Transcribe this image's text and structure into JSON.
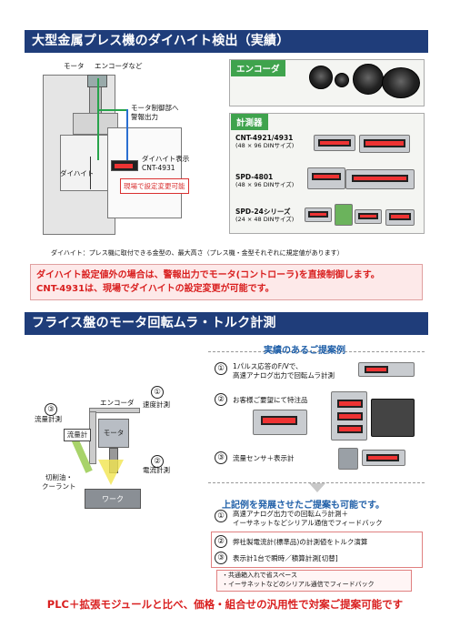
{
  "section1": {
    "title": "大型金属プレス機のダイハイト検出（実績）",
    "labels": {
      "motor": "モータ",
      "encoder_etc": "エンコーダなど",
      "alarm_line1": "モータ制御部へ",
      "alarm_line2": "警報出力",
      "dieheight": "ダイハイト",
      "display_line1": "ダイハイト表示",
      "display_line2": "CNT-4931",
      "onsite_change": "現場で設定変更可能"
    },
    "encoder_panel": {
      "title": "エンコーダ"
    },
    "meter_panel": {
      "title": "計測器",
      "items": [
        {
          "name": "CNT-4921/4931",
          "size": "(48 × 96 DINサイズ)"
        },
        {
          "name": "SPD-4801",
          "size": "(48 × 96 DINサイズ)"
        },
        {
          "name": "SPD-24シリーズ",
          "size": "(24 × 48 DINサイズ)"
        }
      ]
    },
    "caption": "ダイハイト：プレス機に取付できる金型の、最大高さ（プレス機・金型それぞれに規定値があります）",
    "note_line1": "ダイハイト設定値外の場合は、警報出力でモータ(コントローラ)を直接制御します。",
    "note_line2": "CNT-4931は、現場でダイハイトの設定変更が可能です。"
  },
  "section2": {
    "title": "フライス盤のモータ回転ムラ・トルク計測",
    "diagram": {
      "n1": "①",
      "n2": "②",
      "n3": "③",
      "encoder": "エンコーダ",
      "speed": "速度計測",
      "motor": "モータ",
      "current": "電流計測",
      "flow_meas": "流量計測",
      "flowmeter": "流量計",
      "coolant_line1": "切削油・",
      "coolant_line2": "クーラント",
      "work": "ワーク"
    },
    "proven_title": "実績のあるご提案例",
    "proven": [
      {
        "num": "①",
        "line1": "1パルス応答のF/Vで、",
        "line2": "高速アナログ出力で回転ムラ計測"
      },
      {
        "num": "②",
        "line1": "お客様ご要望にて特注品",
        "line2": ""
      },
      {
        "num": "③",
        "line1": "流量センサ＋表示計",
        "line2": ""
      }
    ],
    "develop_title": "上記例を発展させたご提案も可能です。",
    "develop": [
      {
        "num": "①",
        "line1": "高速アナログ出力での回転ムラ計測＋",
        "line2": "イーサネットなどシリアル通信でフィードバック"
      },
      {
        "num": "②",
        "line1": "弊社製電流計(標準品)の計測値をトルク演算",
        "line2": ""
      },
      {
        "num": "③",
        "line1": "表示計1台で瞬時／積算計測[切替]",
        "line2": ""
      }
    ],
    "benefits": [
      "・共通箱入れで省スペース",
      "・イーサネットなどのシリアル通信でフィードバック"
    ]
  },
  "footer": "PLC＋拡張モジュールと比べ、価格・組合せの汎用性で対案ご提案可能です"
}
